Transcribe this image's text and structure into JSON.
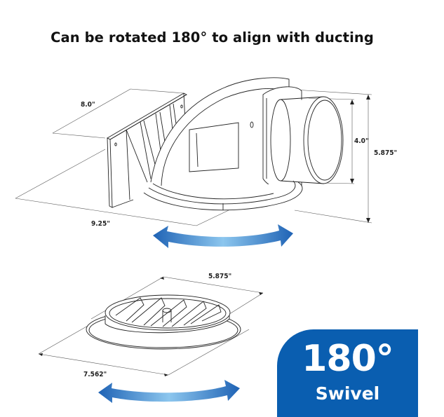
{
  "title": "Can be rotated 180° to align with ducting",
  "top_diagram": {
    "name": "wall-vent-elbow",
    "dimensions": {
      "depth": "8.0\"",
      "length": "9.25\"",
      "duct_diameter": "4.0\"",
      "overall_height": "5.875\""
    },
    "rotation_arrow": "double-headed-curved-arrow"
  },
  "bottom_diagram": {
    "name": "round-louvered-grille",
    "dimensions": {
      "inner_diameter": "5.875\"",
      "outer_diameter": "7.562\""
    },
    "rotation_arrow": "double-headed-curved-arrow"
  },
  "badge": {
    "value": "180°",
    "label": "Swivel",
    "color": "#0a5eb0"
  },
  "colors": {
    "arrow_dark": "#1f63b5",
    "arrow_light": "#8cc6ee",
    "line": "#222222"
  }
}
